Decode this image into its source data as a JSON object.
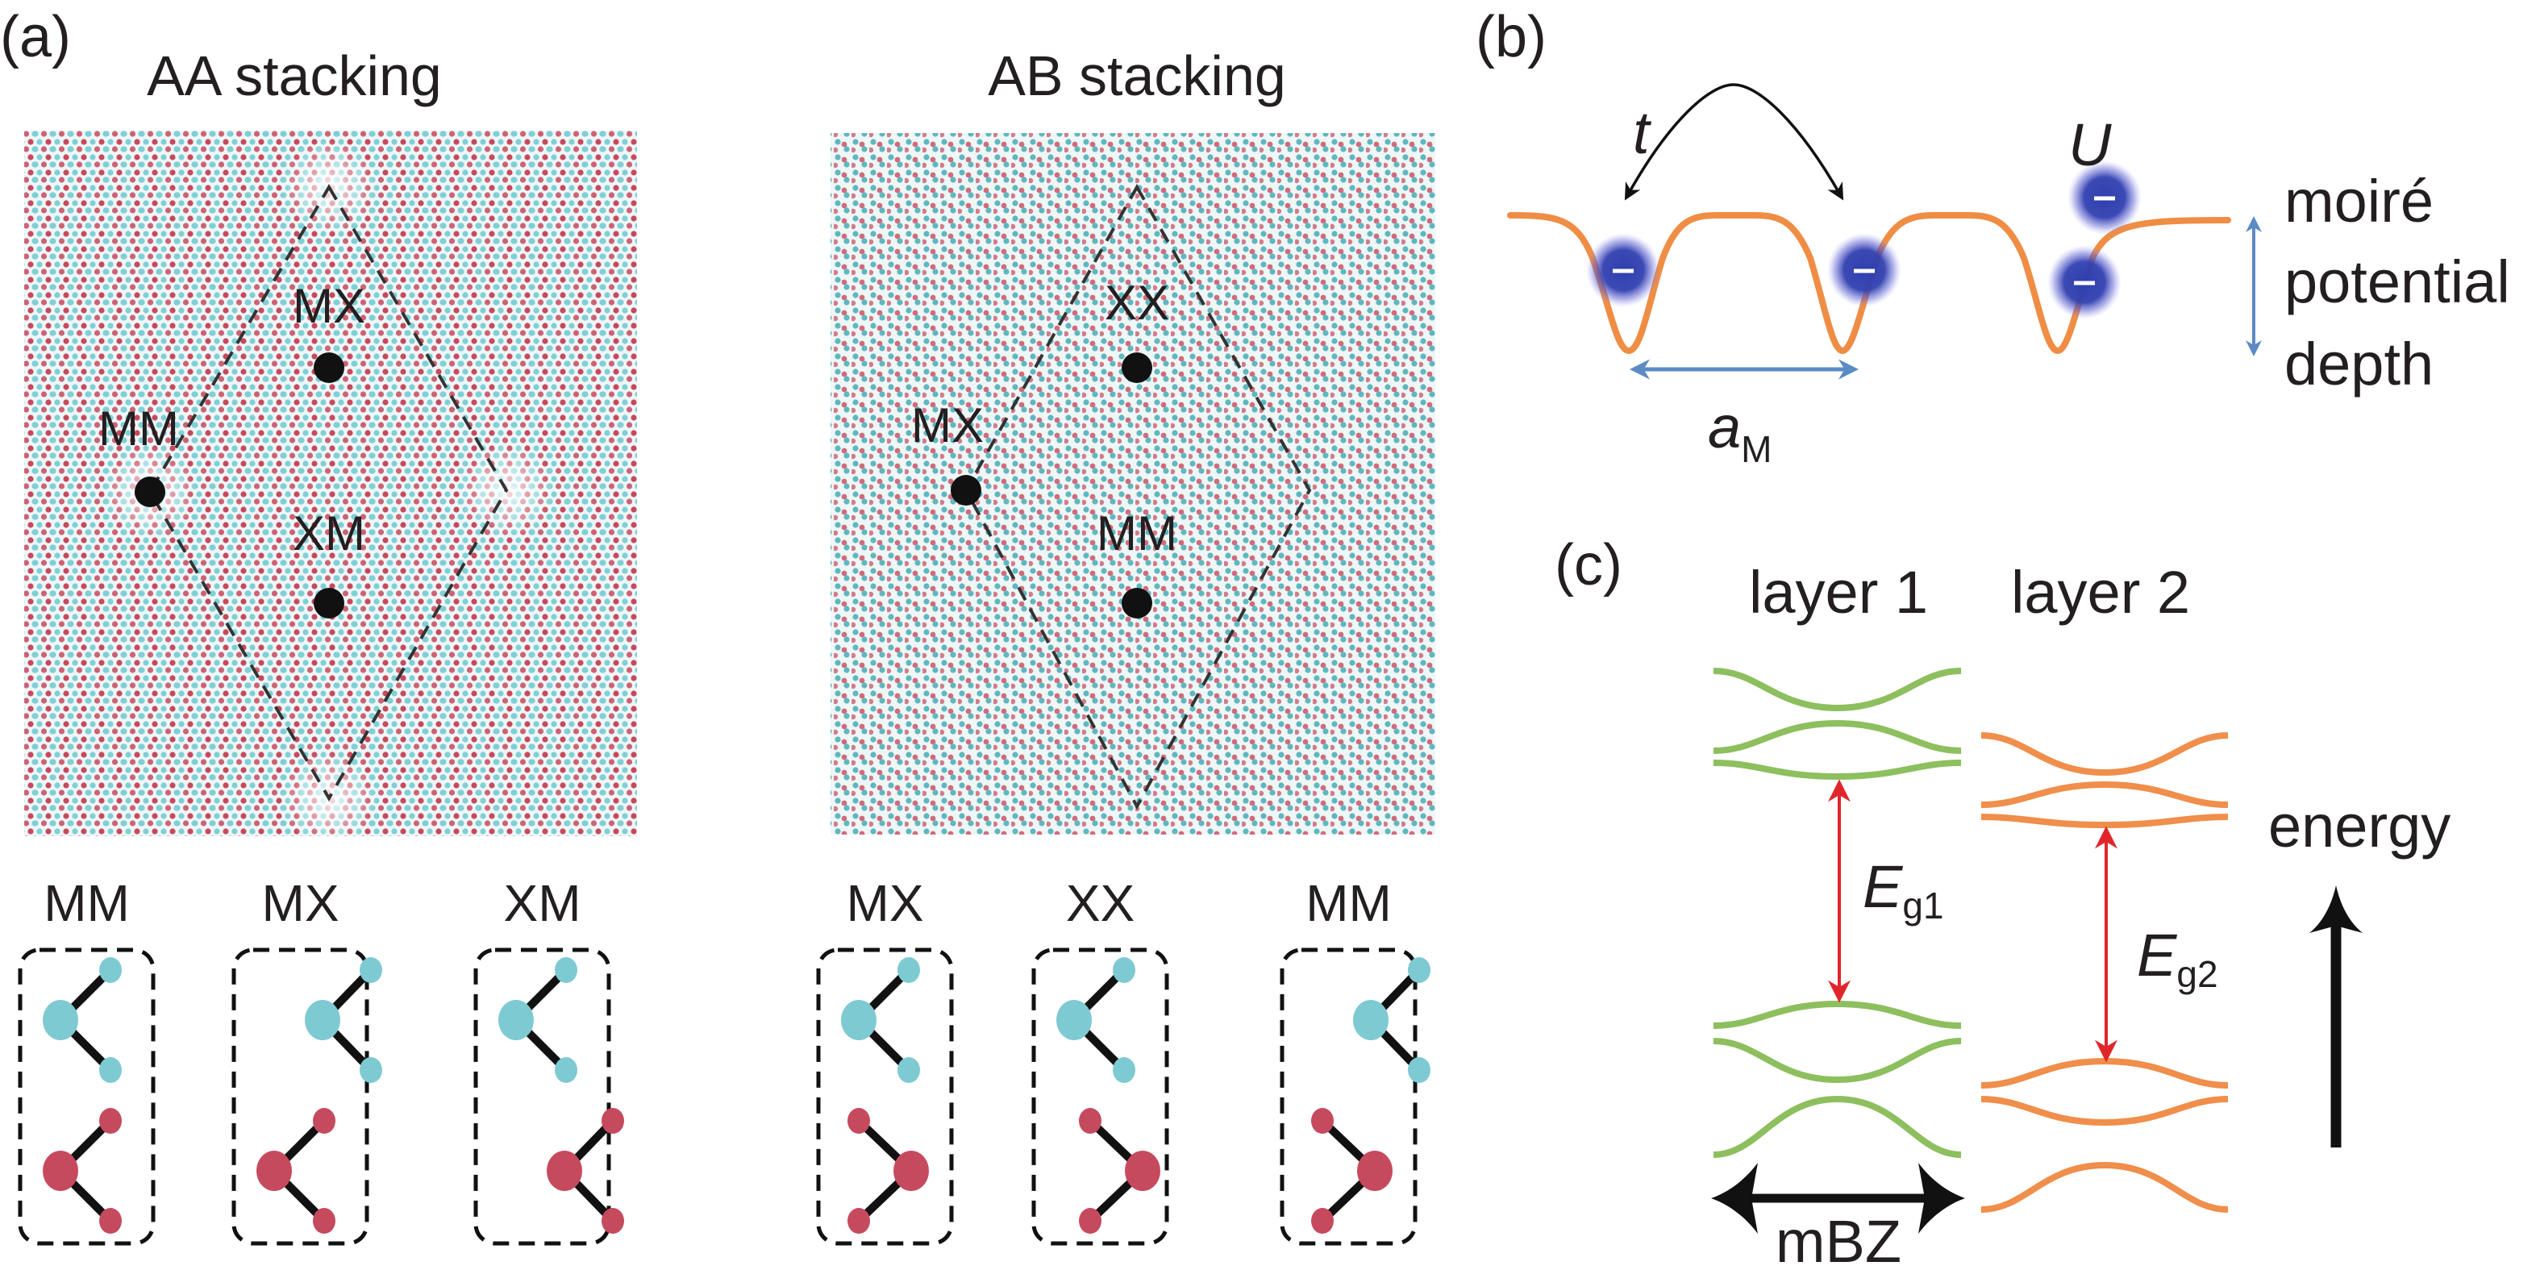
{
  "figure": {
    "panels": {
      "a": {
        "label": "(a)",
        "aa": {
          "title": "AA stacking",
          "sites": {
            "top": "MX",
            "left": "MM",
            "center": "XM"
          },
          "atom_configs": [
            "MM",
            "MX",
            "XM"
          ]
        },
        "ab": {
          "title": "AB stacking",
          "sites": {
            "top": "XX",
            "left": "MX",
            "center": "MM"
          },
          "atom_configs": [
            "MX",
            "XX",
            "MM"
          ]
        }
      },
      "b": {
        "label": "(b)",
        "hopping_symbol": "t",
        "interaction_symbol": "U",
        "lattice_constant": {
          "symbol": "a",
          "subscript": "M"
        },
        "depth_label": [
          "moiré",
          "potential",
          "depth"
        ],
        "electron_charge_symbol": "–"
      },
      "c": {
        "label": "(c)",
        "layer1_label": "layer 1",
        "layer2_label": "layer 2",
        "gap1": {
          "symbol": "E",
          "subscript": "g1"
        },
        "gap2": {
          "symbol": "E",
          "subscript": "g2"
        },
        "energy_label": "energy",
        "mbz_label": "mBZ"
      }
    },
    "colors": {
      "lattice_top_layer": "#7fcfd6",
      "lattice_bottom_layer": "#c8485e",
      "metal_atom_top": "#7ecad3",
      "metal_atom_bottom": "#c64a5e",
      "bond": "#111111",
      "potential_curve": "#ef8d44",
      "electron": "#2f3fae",
      "dimension_arrow": "#5b8ac5",
      "hopping_arrow": "#111111",
      "layer1_bands": "#8dbf5e",
      "layer2_bands": "#f08e4b",
      "gap_arrow": "#e0262a",
      "axis_arrow": "#111111",
      "text": "#231f20"
    }
  }
}
